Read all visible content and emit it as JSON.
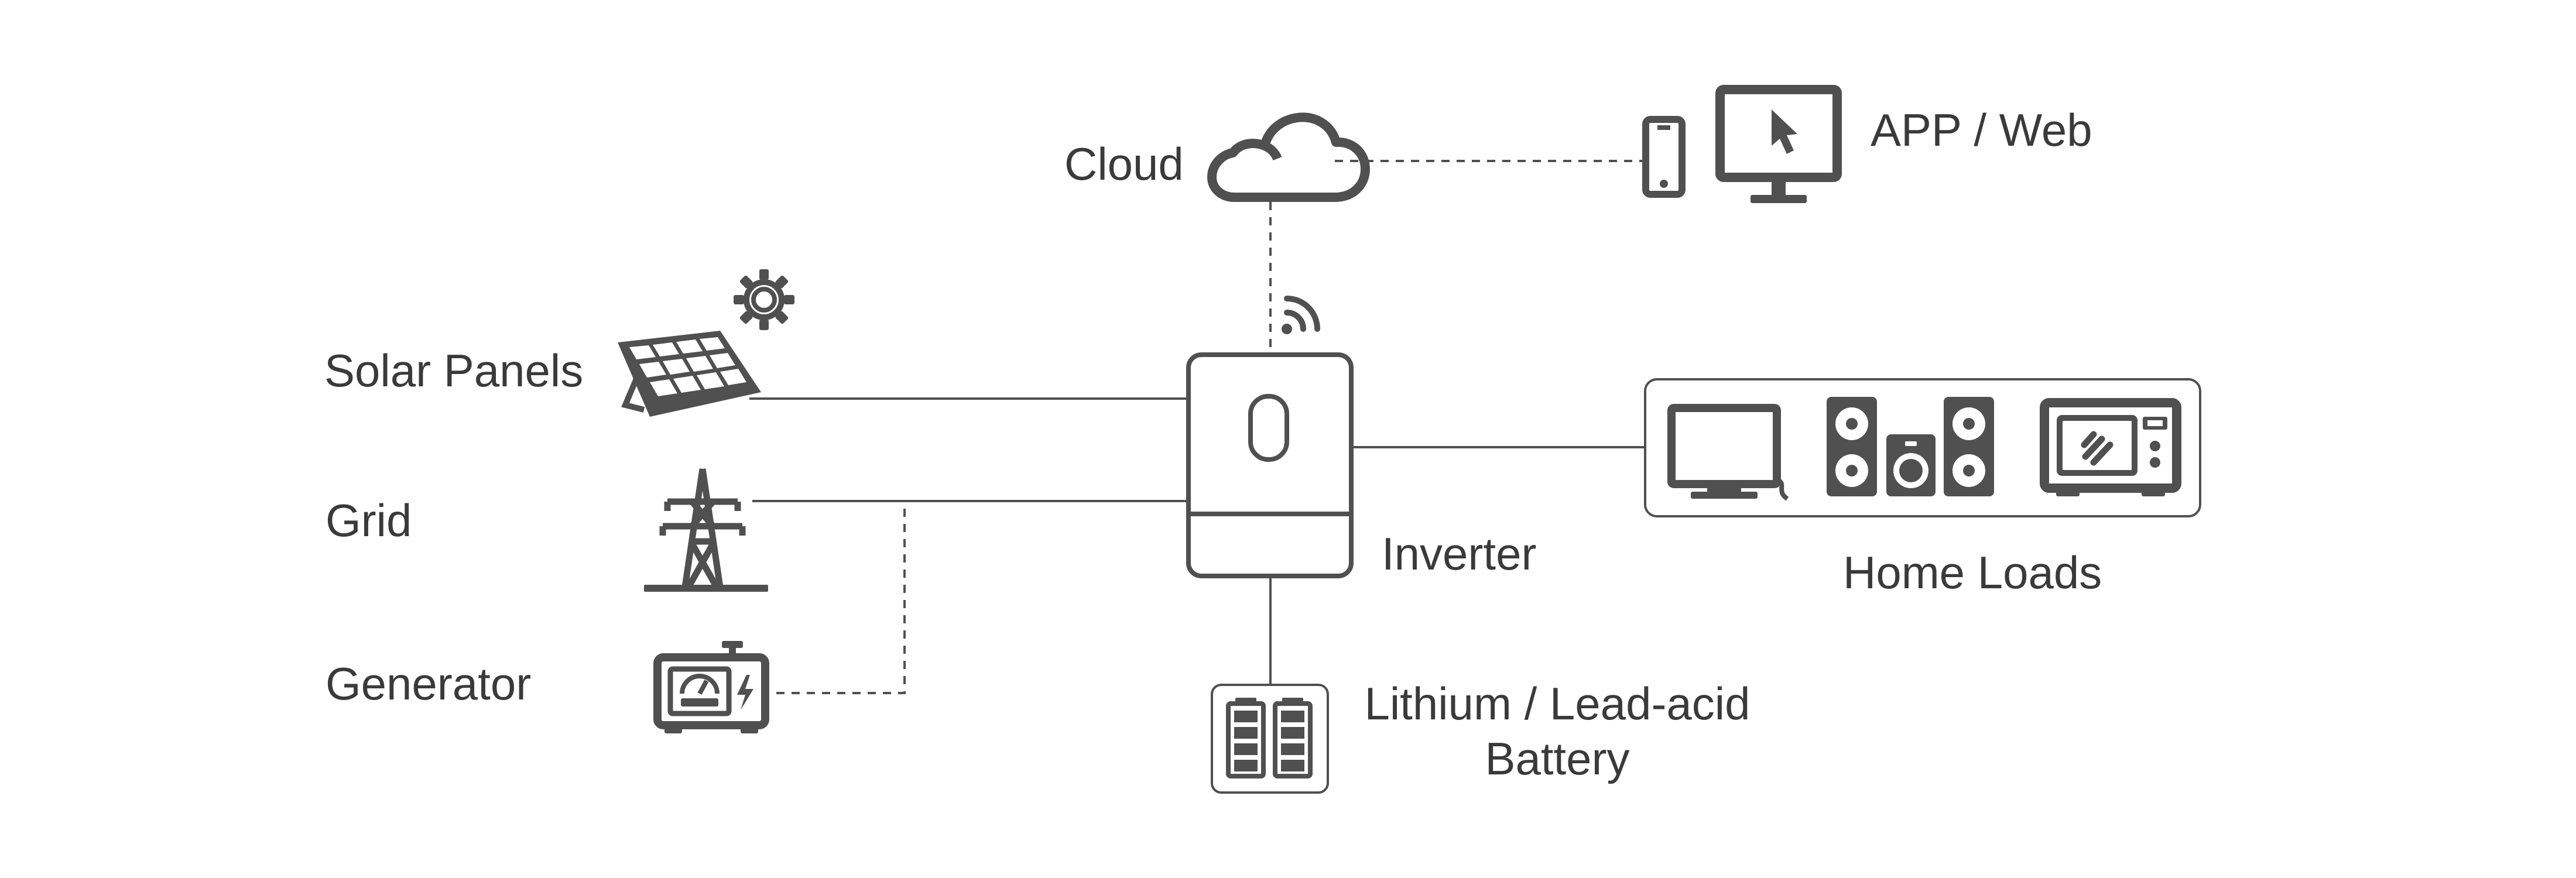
{
  "labels": {
    "cloud": "Cloud",
    "app_web": "APP / Web",
    "solar_panels": "Solar Panels",
    "grid": "Grid",
    "generator": "Generator",
    "inverter": "Inverter",
    "home_loads": "Home Loads",
    "battery_line1": "Lithium / Lead-acid",
    "battery_line2": "Battery"
  },
  "icons": {
    "cloud": "cloud-icon",
    "wifi": "wifi-signal-icon",
    "phone": "smartphone-icon",
    "monitor": "monitor-cursor-icon",
    "solar": "solar-panel-icon",
    "sun": "sun-icon",
    "grid": "transmission-tower-icon",
    "generator": "generator-icon",
    "inverter": "inverter-icon",
    "battery": "battery-icon",
    "tv": "television-icon",
    "speakers": "speakers-icon",
    "microwave": "microwave-icon"
  },
  "colors": {
    "icon": "#505050",
    "text": "#3a3a3a",
    "background": "#ffffff"
  }
}
